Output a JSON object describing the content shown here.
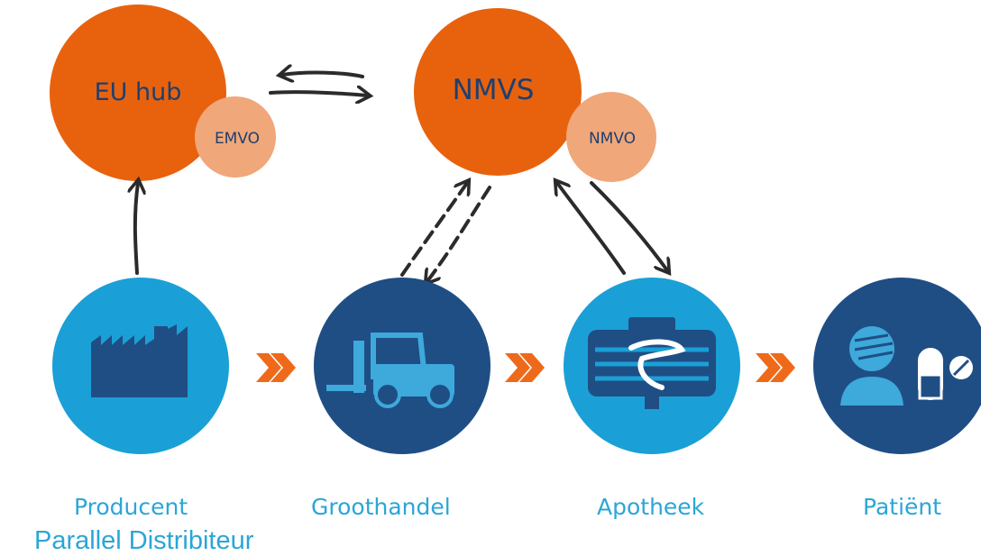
{
  "hubs": {
    "eu_hub": "EU hub",
    "emvo": "EMVO",
    "nmvs": "NMVS",
    "nmvo": "NMVO"
  },
  "stages": {
    "producent": "Producent",
    "parallel_distributeur": "Parallel Distribiteur",
    "groothandel": "Groothandel",
    "apotheek": "Apotheek",
    "patient": "Patiënt"
  },
  "colors": {
    "hub_orange": "#e8620e",
    "org_peach": "#f0a77a",
    "stage_light_blue": "#1aa0d6",
    "stage_dark_blue": "#1f4e85",
    "chevron_orange": "#ee6a1a",
    "arrow_dark": "#2b2b2b",
    "caption_blue": "#2aa6d6"
  },
  "icons": {
    "producent": "factory-icon",
    "groothandel": "forklift-icon",
    "apotheek": "pharmacy-icon",
    "patient": "patient-pill-icon"
  }
}
